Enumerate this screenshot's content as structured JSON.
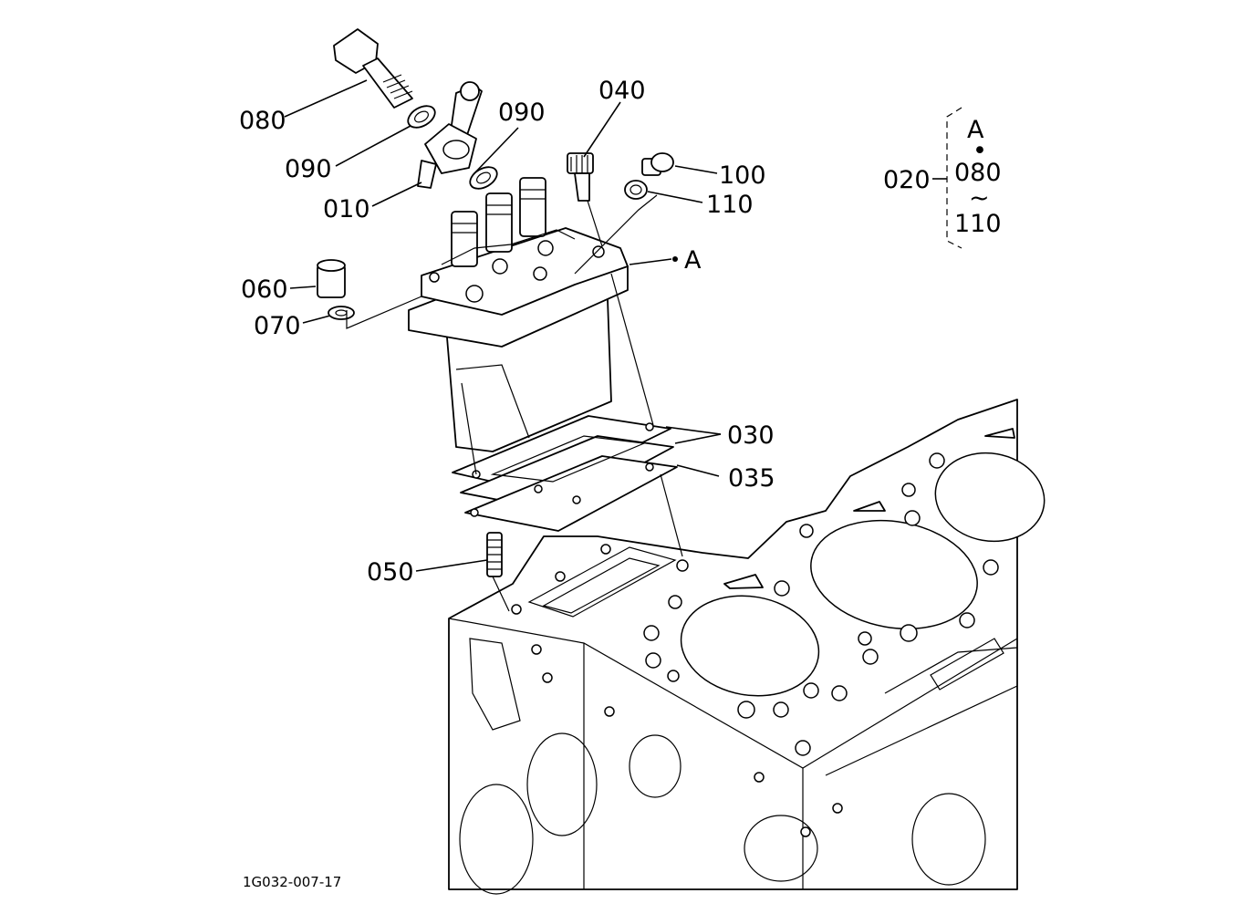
{
  "diagram": {
    "labels": {
      "p080": "080",
      "p090a": "090",
      "p010": "010",
      "p090b": "090",
      "p040": "040",
      "p100": "100",
      "p110": "110",
      "pA": "A",
      "p060": "060",
      "p070": "070",
      "p030": "030",
      "p035": "035",
      "p050": "050"
    },
    "assembly_note": {
      "id": "020",
      "group": "A",
      "dot": "•",
      "from": "080",
      "tilde": "~",
      "to": "110"
    },
    "drawing_code": "1G032-007-17"
  }
}
